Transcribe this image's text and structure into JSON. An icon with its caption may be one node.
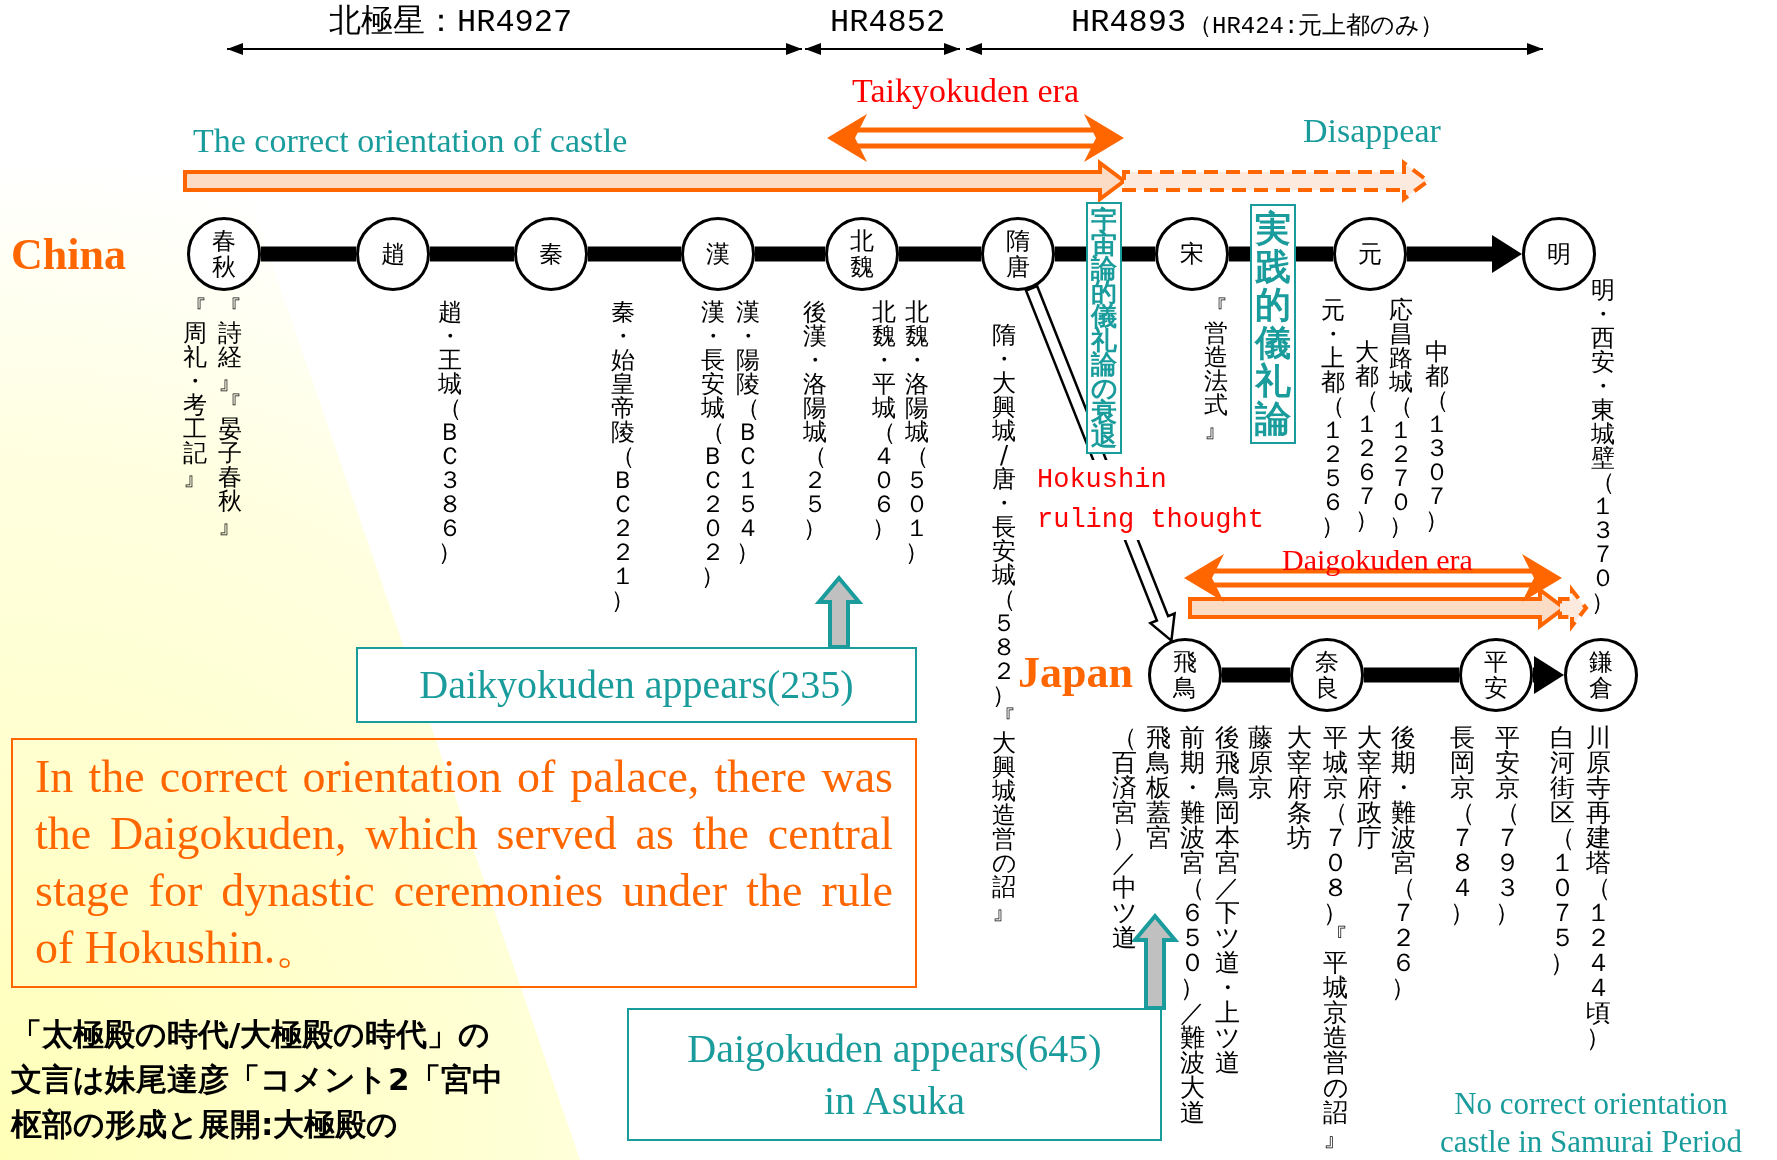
{
  "diagram": {
    "nodes": [
      {
        "text": [
          "春秋"
        ]
      },
      {
        "text": [
          "趙"
        ]
      },
      {
        "text": [
          "秦"
        ]
      },
      {
        "text": [
          "漢"
        ]
      },
      {
        "text": [
          "北魏"
        ]
      },
      {
        "text": [
          "隋唐"
        ]
      },
      {
        "text": [
          "宇宙論的儀礼論の衰退"
        ]
      },
      {
        "text": [
          "宋"
        ]
      },
      {
        "text": [
          "実践的儀礼論"
        ]
      },
      {
        "text": [
          "元"
        ]
      },
      {
        "text": [
          "明"
        ]
      },
      {
        "text": [
          "飛鳥"
        ]
      },
      {
        "text": [
          "奈良"
        ]
      },
      {
        "text": [
          "平安"
        ]
      },
      {
        "text": [
          "鎌倉"
        ]
      },
      {
        "text": [
          "Daikyokuden appears(235)"
        ]
      },
      {
        "text": [
          "In the correct orientation of palace, there was the Daigokuden, which served as the central stage for dynastic ceremonies under the rule of Hokushin.。"
        ]
      },
      {
        "text": [
          "Daigokuden appears(645) in Asuka"
        ]
      }
    ],
    "edges": [
      {
        "from": 0,
        "to": 1,
        "arrow": "none"
      },
      {
        "from": 1,
        "to": 2,
        "arrow": "none"
      },
      {
        "from": 2,
        "to": 3,
        "arrow": "none"
      },
      {
        "from": 3,
        "to": 4,
        "arrow": "none"
      },
      {
        "from": 4,
        "to": 5,
        "arrow": "none"
      },
      {
        "from": 5,
        "to": 6,
        "arrow": "none"
      },
      {
        "from": 6,
        "to": 7,
        "arrow": "none"
      },
      {
        "from": 7,
        "to": 8,
        "arrow": "none"
      },
      {
        "from": 8,
        "to": 9,
        "arrow": "none"
      },
      {
        "from": 9,
        "to": 10,
        "arrow": "to"
      },
      {
        "from": 11,
        "to": 12,
        "arrow": "none"
      },
      {
        "from": 12,
        "to": 13,
        "arrow": "none"
      },
      {
        "from": 13,
        "to": 14,
        "arrow": "to"
      },
      {
        "from": 5,
        "to": 11,
        "arrow": "to",
        "label": "Hokushin ruling thought"
      },
      {
        "from": 15,
        "to": null,
        "arrow": "to",
        "color": "#1a9c9c"
      },
      {
        "from": 17,
        "to": null,
        "arrow": "to",
        "color": "#1a9c9c"
      }
    ],
    "labels": [
      "北極星：HR4927",
      "HR4852",
      "HR4893",
      "（HR424:元上都のみ）",
      "Taikyokuden era",
      "The correct orientation of castle",
      "Disappear",
      "China",
      "『周礼・考工記』",
      "『詩経』『晏子春秋』",
      "趙・王城（ＢＣ３８６）",
      "秦・始皇帝陵（ＢＣ２２１）",
      "漢・長安城（ＢＣ２０２）",
      "漢・陽陵（ＢＣ１５４）",
      "後漢・洛陽城（２５）",
      "北魏・平城（４０６）",
      "北魏・洛陽城（５０１）",
      "隋・大興城/唐・長安城（５８２）『大興城造営の詔』",
      "『営造法式』",
      "元・上都（１２５６）",
      "大都（１２６７）",
      "応昌路城（１２７０）",
      "中都（１３０７）",
      "明・西安・東城壁（１３７０）",
      "Japan",
      "Daigokuden era",
      "（百済宮）／中ツ道",
      "飛鳥板蓋宮",
      "前期・難波宮（６５０）／難波大道",
      "後飛鳥岡本宮／下ツ道・上ツ道",
      "藤原京",
      "大宰府条坊",
      "平城京（７０８）『平城京造営の詔』",
      "大宰府政庁",
      "後期・難波宮（７２６）",
      "長岡京（７８４）",
      "平安京（７９３）",
      "白河街区（１０７５）",
      "川原寺再建塔（１２４４頃）",
      "No correct orientation castle in Samurai Period",
      "「太極殿の時代/大極殿の時代」の文言は妹尾達彦「コメント2「宮中枢部の形成と展開:大極殿の"
    ]
  }
}
